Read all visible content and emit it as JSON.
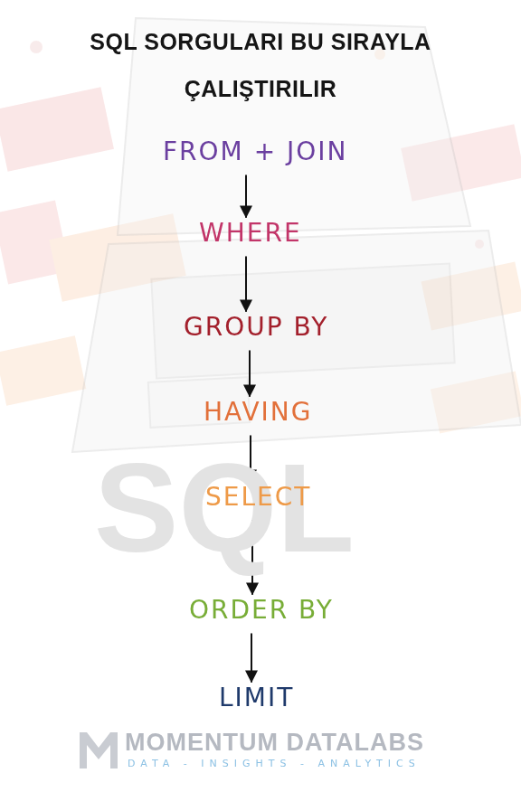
{
  "diagram": {
    "title": "SQL SORGULARI BU SIRAYLA ÇALIŞTIRILIR",
    "nodes": [
      {
        "text": [
          "FROM + JOIN"
        ]
      },
      {
        "text": [
          "WHERE"
        ]
      },
      {
        "text": [
          "GROUP BY"
        ]
      },
      {
        "text": [
          "HAVING"
        ]
      },
      {
        "text": [
          "SELECT"
        ]
      },
      {
        "text": [
          "ORDER BY"
        ]
      },
      {
        "text": [
          "LIMIT"
        ]
      }
    ],
    "edges": [
      {
        "from": 0,
        "to": 1,
        "arrow": "to"
      },
      {
        "from": 1,
        "to": 2,
        "arrow": "to"
      },
      {
        "from": 2,
        "to": 3,
        "arrow": "to"
      },
      {
        "from": 3,
        "to": 4,
        "arrow": "to"
      },
      {
        "from": 4,
        "to": 5,
        "arrow": "to"
      },
      {
        "from": 5,
        "to": 6,
        "arrow": "to"
      }
    ],
    "labels": [
      "SQL",
      "MOMENTUM DATALABS",
      "DATA - INSIGHTS - ANALYTICS"
    ]
  }
}
